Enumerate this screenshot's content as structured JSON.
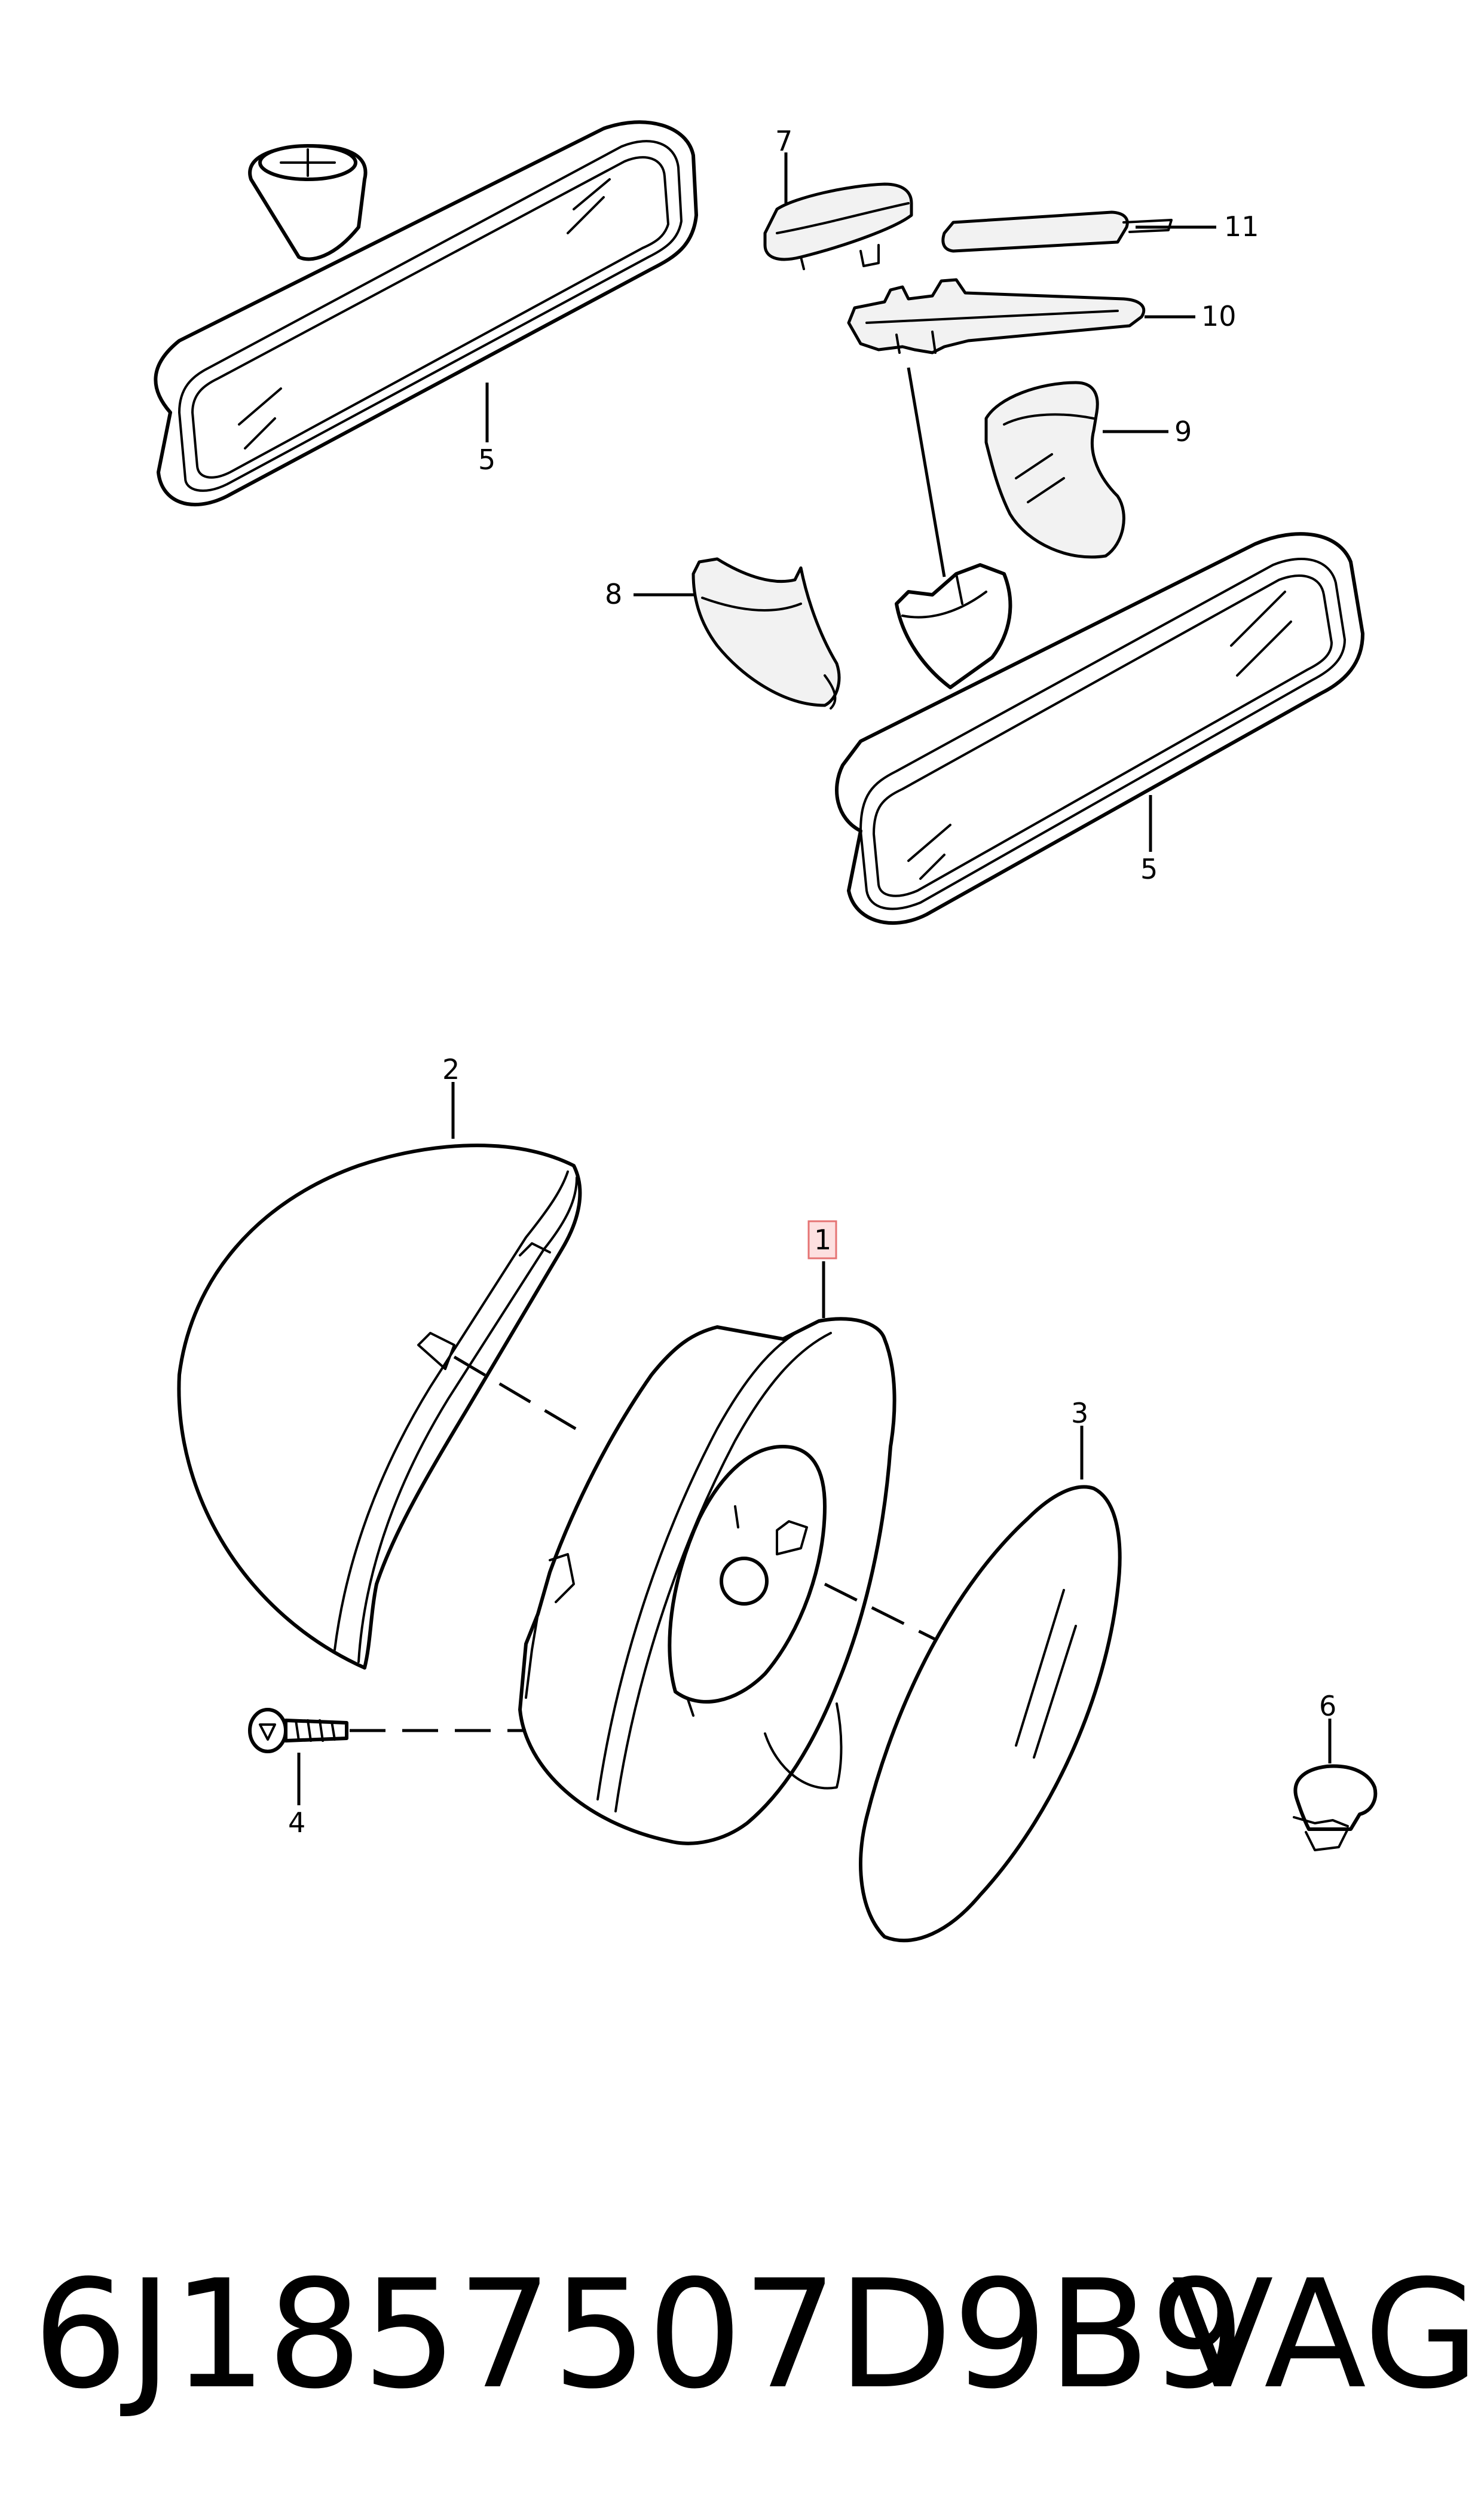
{
  "callouts": {
    "c1": "1",
    "c2": "2",
    "c3": "3",
    "c4": "4",
    "c5a": "5",
    "c5b": "5",
    "c6": "6",
    "c7": "7",
    "c8": "8",
    "c9": "9",
    "c10": "10",
    "c11": "11"
  },
  "footer": {
    "part_number": "6J1857507D9B9",
    "brand": "VAG"
  },
  "colors": {
    "highlight_box": "#e57373",
    "line": "#000000",
    "background": "#ffffff"
  }
}
